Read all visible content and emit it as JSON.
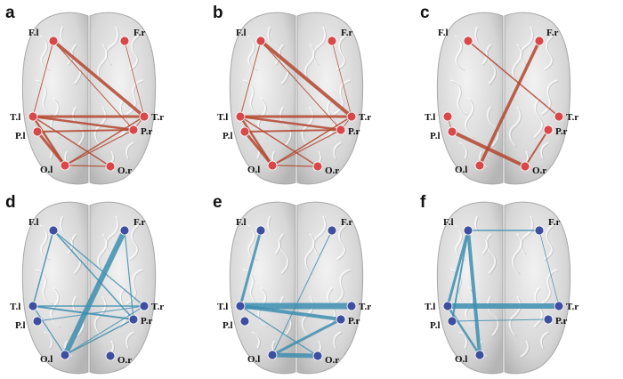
{
  "colors": {
    "red_edge": "#b4472f",
    "red_node": "#d8474a",
    "blue_edge": "#3e8fb0",
    "blue_node": "#3d4f9e",
    "brain_fill": "#d6d6d6",
    "brain_stroke": "#a8a8a8"
  },
  "panels": [
    {
      "letter": "a",
      "theme": "red",
      "nodes": [
        {
          "id": "F.l",
          "label": "F.l"
        },
        {
          "id": "F.r",
          "label": "F.r"
        },
        {
          "id": "T.l",
          "label": "T.l"
        },
        {
          "id": "T.r",
          "label": "T.r"
        },
        {
          "id": "P.l",
          "label": "P.l"
        },
        {
          "id": "P.r",
          "label": "P.r"
        },
        {
          "id": "O.l",
          "label": "O.l"
        },
        {
          "id": "O.r",
          "label": "O.r"
        }
      ],
      "edges": [
        {
          "from": "F.l",
          "to": "T.r",
          "weight": 3.5
        },
        {
          "from": "F.l",
          "to": "T.l",
          "weight": 1
        },
        {
          "from": "F.l",
          "to": "P.r",
          "weight": 1
        },
        {
          "from": "F.r",
          "to": "T.r",
          "weight": 0.8
        },
        {
          "from": "T.l",
          "to": "T.r",
          "weight": 3
        },
        {
          "from": "T.l",
          "to": "P.r",
          "weight": 2.5
        },
        {
          "from": "T.l",
          "to": "O.l",
          "weight": 2.5
        },
        {
          "from": "T.l",
          "to": "O.r",
          "weight": 1.5
        },
        {
          "from": "P.l",
          "to": "P.r",
          "weight": 2
        },
        {
          "from": "P.l",
          "to": "O.l",
          "weight": 3
        },
        {
          "from": "T.r",
          "to": "O.l",
          "weight": 1.5
        },
        {
          "from": "O.l",
          "to": "O.r",
          "weight": 1.2
        },
        {
          "from": "O.l",
          "to": "P.r",
          "weight": 1.2
        },
        {
          "from": "T.r",
          "to": "P.r",
          "weight": 1
        }
      ]
    },
    {
      "letter": "b",
      "theme": "red",
      "nodes": [
        {
          "id": "F.l",
          "label": "F.l"
        },
        {
          "id": "F.r",
          "label": "F.r"
        },
        {
          "id": "T.l",
          "label": "T.l"
        },
        {
          "id": "T.r",
          "label": "T.r"
        },
        {
          "id": "P.l",
          "label": "P.l"
        },
        {
          "id": "P.r",
          "label": "P.r"
        },
        {
          "id": "O.l",
          "label": "O.l"
        },
        {
          "id": "O.r",
          "label": "O.r"
        }
      ],
      "edges": [
        {
          "from": "F.l",
          "to": "T.r",
          "weight": 4
        },
        {
          "from": "F.l",
          "to": "T.l",
          "weight": 1
        },
        {
          "from": "F.l",
          "to": "P.r",
          "weight": 1
        },
        {
          "from": "F.r",
          "to": "T.r",
          "weight": 0.8
        },
        {
          "from": "T.l",
          "to": "T.r",
          "weight": 3
        },
        {
          "from": "T.l",
          "to": "P.r",
          "weight": 2.5
        },
        {
          "from": "T.l",
          "to": "O.l",
          "weight": 2.5
        },
        {
          "from": "T.l",
          "to": "O.r",
          "weight": 1.5
        },
        {
          "from": "P.l",
          "to": "P.r",
          "weight": 2
        },
        {
          "from": "P.l",
          "to": "O.l",
          "weight": 3
        },
        {
          "from": "T.r",
          "to": "O.l",
          "weight": 1.5
        },
        {
          "from": "O.l",
          "to": "O.r",
          "weight": 1.2
        },
        {
          "from": "O.l",
          "to": "P.r",
          "weight": 1.2
        },
        {
          "from": "T.r",
          "to": "P.r",
          "weight": 1
        }
      ]
    },
    {
      "letter": "c",
      "theme": "red",
      "nodes": [
        {
          "id": "F.l",
          "label": "F.l"
        },
        {
          "id": "F.r",
          "label": "F.r"
        },
        {
          "id": "T.l",
          "label": "T.l"
        },
        {
          "id": "T.r",
          "label": "T.r"
        },
        {
          "id": "P.l",
          "label": "P.l"
        },
        {
          "id": "P.r",
          "label": "P.r"
        },
        {
          "id": "O.l",
          "label": "O.l"
        },
        {
          "id": "O.r",
          "label": "O.r"
        }
      ],
      "edges": [
        {
          "from": "F.l",
          "to": "T.r",
          "weight": 1.5
        },
        {
          "from": "F.r",
          "to": "O.l",
          "weight": 3.5
        },
        {
          "from": "P.l",
          "to": "O.r",
          "weight": 4
        },
        {
          "from": "O.r",
          "to": "P.r",
          "weight": 2
        },
        {
          "from": "T.l",
          "to": "P.l",
          "weight": 0.8
        }
      ]
    },
    {
      "letter": "d",
      "theme": "blue",
      "nodes": [
        {
          "id": "F.l",
          "label": "F.l"
        },
        {
          "id": "F.r",
          "label": "F.r"
        },
        {
          "id": "T.l",
          "label": "T.l"
        },
        {
          "id": "T.r",
          "label": "T.r"
        },
        {
          "id": "P.l",
          "label": "P.l"
        },
        {
          "id": "P.r",
          "label": "P.r"
        },
        {
          "id": "O.l",
          "label": "O.l"
        },
        {
          "id": "O.r",
          "label": "O.r"
        }
      ],
      "edges": [
        {
          "from": "F.r",
          "to": "O.l",
          "weight": 6
        },
        {
          "from": "F.l",
          "to": "T.l",
          "weight": 1.5
        },
        {
          "from": "F.l",
          "to": "P.r",
          "weight": 1.5
        },
        {
          "from": "F.l",
          "to": "T.r",
          "weight": 1.2
        },
        {
          "from": "F.r",
          "to": "P.r",
          "weight": 1.2
        },
        {
          "from": "T.l",
          "to": "T.r",
          "weight": 1.5
        },
        {
          "from": "T.l",
          "to": "P.r",
          "weight": 2
        },
        {
          "from": "T.l",
          "to": "O.l",
          "weight": 1.2
        },
        {
          "from": "P.l",
          "to": "T.r",
          "weight": 1
        },
        {
          "from": "O.l",
          "to": "P.r",
          "weight": 1.5
        },
        {
          "from": "T.r",
          "to": "O.l",
          "weight": 1
        }
      ]
    },
    {
      "letter": "e",
      "theme": "blue",
      "nodes": [
        {
          "id": "F.l",
          "label": "F.l"
        },
        {
          "id": "F.r",
          "label": "F.r"
        },
        {
          "id": "T.l",
          "label": "T.l"
        },
        {
          "id": "T.r",
          "label": "T.r"
        },
        {
          "id": "P.l",
          "label": "P.l"
        },
        {
          "id": "P.r",
          "label": "P.r"
        },
        {
          "id": "O.l",
          "label": "O.l"
        },
        {
          "id": "O.r",
          "label": "O.r"
        }
      ],
      "edges": [
        {
          "from": "F.l",
          "to": "T.l",
          "weight": 3
        },
        {
          "from": "F.r",
          "to": "O.l",
          "weight": 1
        },
        {
          "from": "T.l",
          "to": "T.r",
          "weight": 7
        },
        {
          "from": "T.l",
          "to": "P.r",
          "weight": 4
        },
        {
          "from": "P.r",
          "to": "O.l",
          "weight": 3
        },
        {
          "from": "O.l",
          "to": "O.r",
          "weight": 5
        },
        {
          "from": "T.l",
          "to": "O.r",
          "weight": 1.2
        }
      ]
    },
    {
      "letter": "f",
      "theme": "blue",
      "nodes": [
        {
          "id": "F.l",
          "label": "F.l"
        },
        {
          "id": "F.r",
          "label": "F.r"
        },
        {
          "id": "T.l",
          "label": "T.l"
        },
        {
          "id": "T.r",
          "label": "T.r"
        },
        {
          "id": "P.l",
          "label": "P.l"
        },
        {
          "id": "P.r",
          "label": "P.r"
        },
        {
          "id": "O.l",
          "label": "O.l"
        }
      ],
      "edges": [
        {
          "from": "F.l",
          "to": "F.r",
          "weight": 1.5
        },
        {
          "from": "F.l",
          "to": "T.l",
          "weight": 3
        },
        {
          "from": "F.l",
          "to": "O.l",
          "weight": 4
        },
        {
          "from": "F.l",
          "to": "P.l",
          "weight": 2
        },
        {
          "from": "T.l",
          "to": "T.r",
          "weight": 6
        },
        {
          "from": "T.l",
          "to": "O.l",
          "weight": 2.5
        },
        {
          "from": "P.l",
          "to": "P.r",
          "weight": 1
        },
        {
          "from": "F.r",
          "to": "T.r",
          "weight": 0.8
        }
      ]
    }
  ]
}
